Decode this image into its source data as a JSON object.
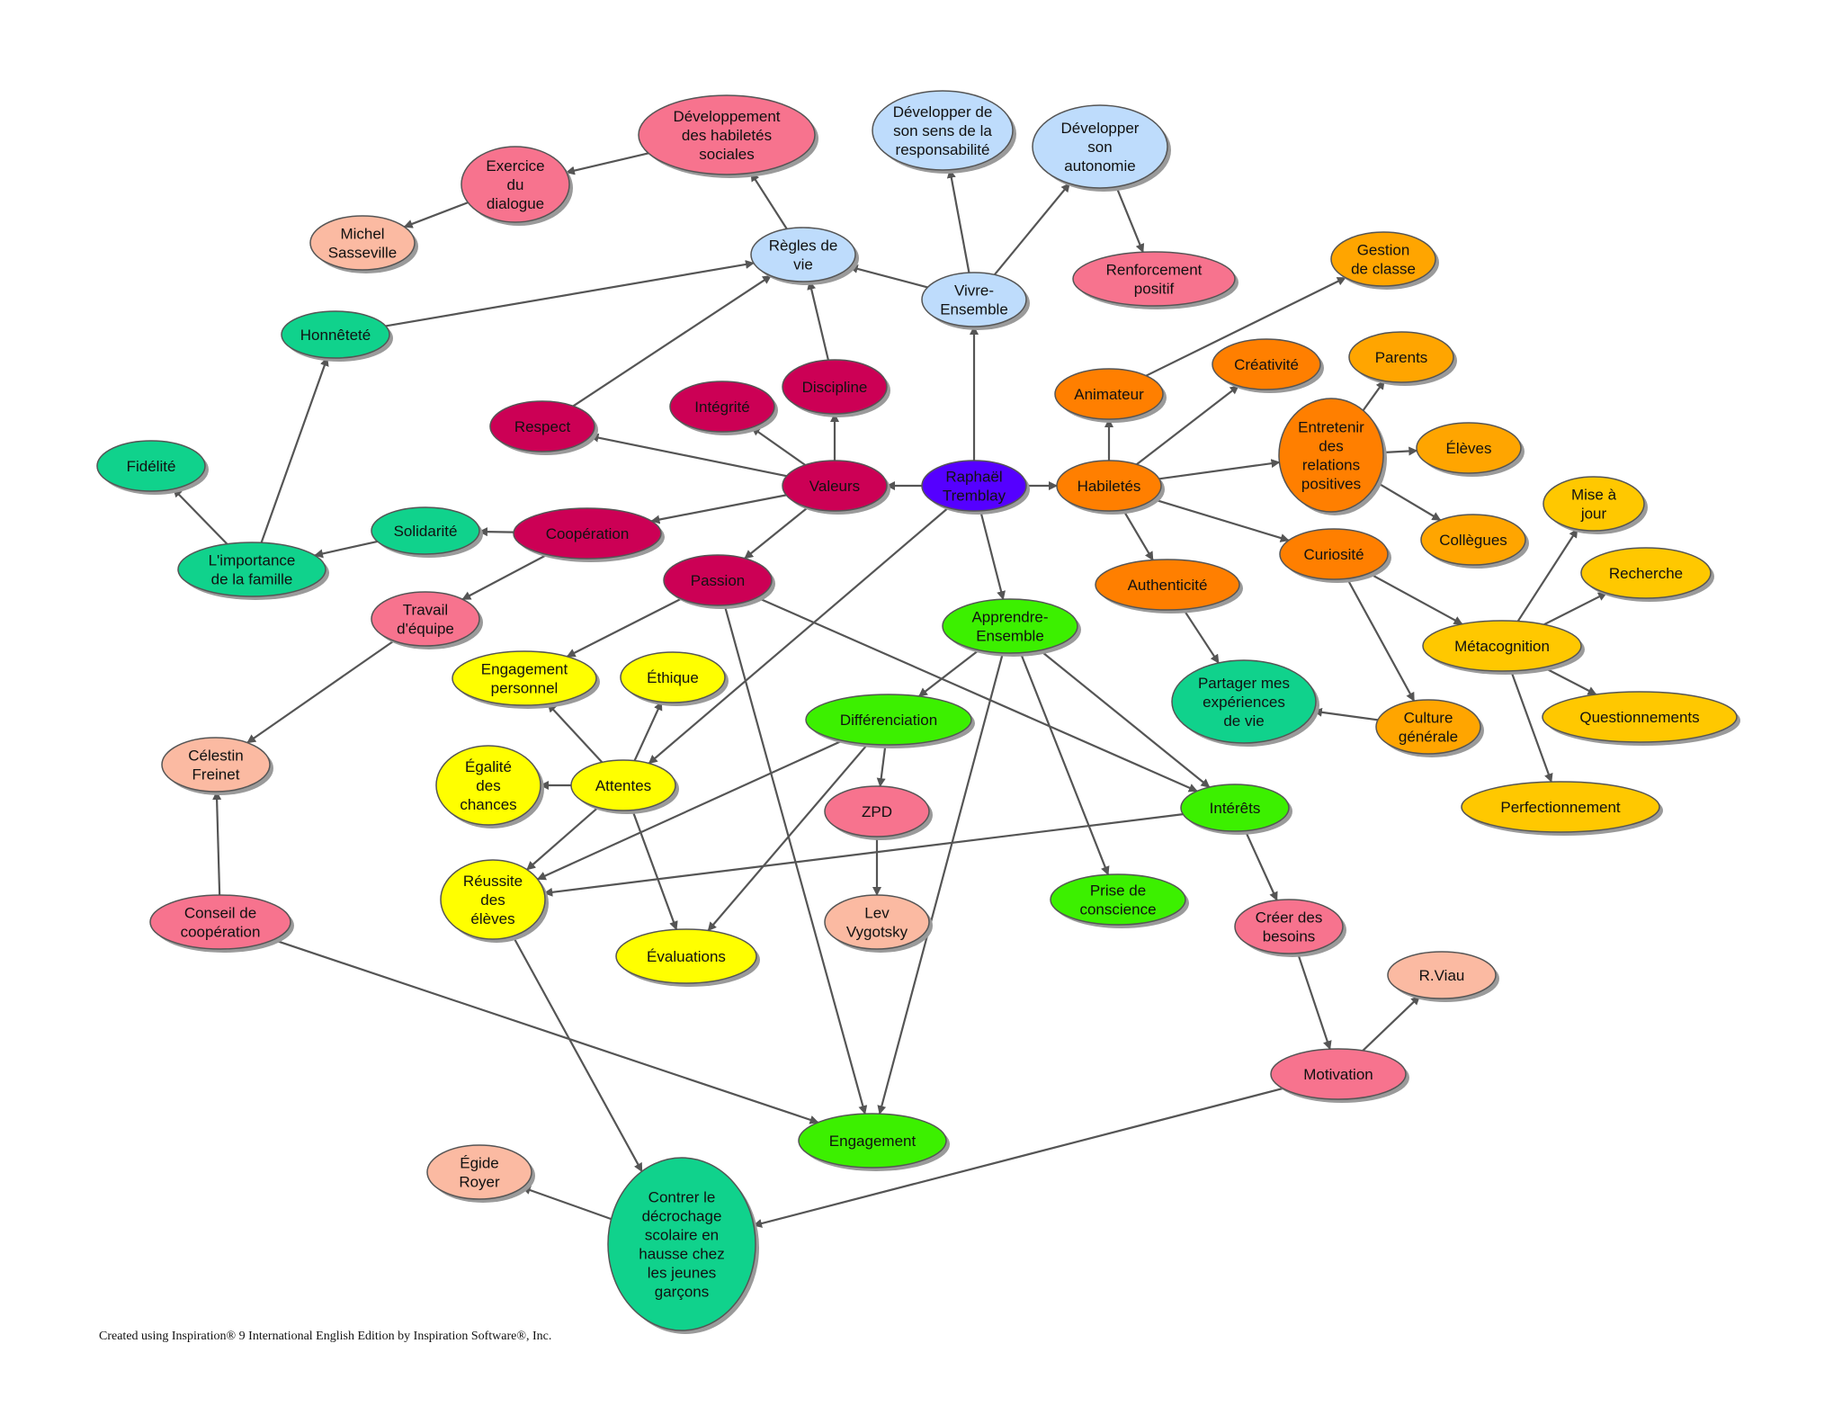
{
  "colors": {
    "crimson": "#cc0055",
    "pink": "#f7738e",
    "peach": "#fbbaa2",
    "lightblue": "#bedcfc",
    "teal": "#10d28c",
    "green": "#3cf000",
    "yellow": "#ffff00",
    "orange": "#ff7f00",
    "amber": "#ffa500",
    "gold": "#ffc800",
    "violet": "#5500ff",
    "edge": "#555555"
  },
  "nodes": [
    {
      "id": "center",
      "color": "violet",
      "lines": [
        "Raphaël",
        "Tremblay"
      ]
    },
    {
      "id": "regles",
      "color": "lightblue",
      "lines": [
        "Règles de",
        "vie"
      ]
    },
    {
      "id": "vivre",
      "color": "lightblue",
      "lines": [
        "Vivre-",
        "Ensemble"
      ]
    },
    {
      "id": "devresp",
      "color": "lightblue",
      "lines": [
        "Développer de",
        "son sens de la",
        "responsabilité"
      ]
    },
    {
      "id": "devauto",
      "color": "lightblue",
      "lines": [
        "Développer",
        "son",
        "autonomie"
      ]
    },
    {
      "id": "renfo",
      "color": "pink",
      "lines": [
        "Renforcement",
        "positif"
      ]
    },
    {
      "id": "devhab",
      "color": "pink",
      "lines": [
        "Développement",
        "des habiletés",
        "sociales"
      ]
    },
    {
      "id": "exercice",
      "color": "pink",
      "lines": [
        "Exercice",
        "du",
        "dialogue"
      ]
    },
    {
      "id": "michel",
      "color": "peach",
      "lines": [
        "Michel",
        "Sasseville"
      ]
    },
    {
      "id": "honnetete",
      "color": "teal",
      "lines": [
        "Honnêteté"
      ]
    },
    {
      "id": "fidelite",
      "color": "teal",
      "lines": [
        "Fidélité"
      ]
    },
    {
      "id": "famille",
      "color": "teal",
      "lines": [
        "L'importance",
        "de la famille"
      ]
    },
    {
      "id": "solidarite",
      "color": "teal",
      "lines": [
        "Solidarité"
      ]
    },
    {
      "id": "respect",
      "color": "crimson",
      "lines": [
        "Respect"
      ]
    },
    {
      "id": "integrite",
      "color": "crimson",
      "lines": [
        "Intégrité"
      ]
    },
    {
      "id": "discipline",
      "color": "crimson",
      "lines": [
        "Discipline"
      ]
    },
    {
      "id": "valeurs",
      "color": "crimson",
      "lines": [
        "Valeurs"
      ]
    },
    {
      "id": "cooperation",
      "color": "crimson",
      "lines": [
        "Coopération"
      ]
    },
    {
      "id": "passion",
      "color": "crimson",
      "lines": [
        "Passion"
      ]
    },
    {
      "id": "travail",
      "color": "pink",
      "lines": [
        "Travail",
        "d'équipe"
      ]
    },
    {
      "id": "celestin",
      "color": "peach",
      "lines": [
        "Célestin",
        "Freinet"
      ]
    },
    {
      "id": "conseil",
      "color": "pink",
      "lines": [
        "Conseil de",
        "coopération"
      ]
    },
    {
      "id": "engperso",
      "color": "yellow",
      "lines": [
        "Engagement",
        "personnel"
      ]
    },
    {
      "id": "ethique",
      "color": "yellow",
      "lines": [
        "Éthique"
      ]
    },
    {
      "id": "egalite",
      "color": "yellow",
      "lines": [
        "Égalité",
        "des",
        "chances"
      ]
    },
    {
      "id": "attentes",
      "color": "yellow",
      "lines": [
        "Attentes"
      ]
    },
    {
      "id": "reussite",
      "color": "yellow",
      "lines": [
        "Réussite",
        "des",
        "élèves"
      ]
    },
    {
      "id": "evaluations",
      "color": "yellow",
      "lines": [
        "Évaluations"
      ]
    },
    {
      "id": "differenciation",
      "color": "green",
      "lines": [
        "Différenciation"
      ]
    },
    {
      "id": "zpd",
      "color": "pink",
      "lines": [
        "ZPD"
      ]
    },
    {
      "id": "lev",
      "color": "peach",
      "lines": [
        "Lev",
        "Vygotsky"
      ]
    },
    {
      "id": "apprendre",
      "color": "green",
      "lines": [
        "Apprendre-",
        "Ensemble"
      ]
    },
    {
      "id": "prise",
      "color": "green",
      "lines": [
        "Prise de",
        "conscience"
      ]
    },
    {
      "id": "interets",
      "color": "green",
      "lines": [
        "Intérêts"
      ]
    },
    {
      "id": "creer",
      "color": "pink",
      "lines": [
        "Créer des",
        "besoins"
      ]
    },
    {
      "id": "motivation",
      "color": "pink",
      "lines": [
        "Motivation"
      ]
    },
    {
      "id": "viau",
      "color": "peach",
      "lines": [
        "R.Viau"
      ]
    },
    {
      "id": "engagement",
      "color": "green",
      "lines": [
        "Engagement"
      ]
    },
    {
      "id": "contrer",
      "color": "teal",
      "lines": [
        "Contrer le",
        "décrochage",
        "scolaire en",
        "hausse chez",
        "les jeunes",
        "garçons"
      ]
    },
    {
      "id": "egide",
      "color": "peach",
      "lines": [
        "Égide",
        "Royer"
      ]
    },
    {
      "id": "habiletes",
      "color": "orange",
      "lines": [
        "Habiletés"
      ]
    },
    {
      "id": "animateur",
      "color": "orange",
      "lines": [
        "Animateur"
      ]
    },
    {
      "id": "gestion",
      "color": "amber",
      "lines": [
        "Gestion",
        "de classe"
      ]
    },
    {
      "id": "creativite",
      "color": "orange",
      "lines": [
        "Créativité"
      ]
    },
    {
      "id": "entretenir",
      "color": "orange",
      "lines": [
        "Entretenir",
        "des",
        "relations",
        "positives"
      ]
    },
    {
      "id": "parents",
      "color": "amber",
      "lines": [
        "Parents"
      ]
    },
    {
      "id": "eleves",
      "color": "amber",
      "lines": [
        "Élèves"
      ]
    },
    {
      "id": "collegues",
      "color": "amber",
      "lines": [
        "Collègues"
      ]
    },
    {
      "id": "authenticite",
      "color": "orange",
      "lines": [
        "Authenticité"
      ]
    },
    {
      "id": "partager",
      "color": "teal",
      "lines": [
        "Partager mes",
        "expériences",
        "de vie"
      ]
    },
    {
      "id": "curiosite",
      "color": "orange",
      "lines": [
        "Curiosité"
      ]
    },
    {
      "id": "culture",
      "color": "amber",
      "lines": [
        "Culture",
        "générale"
      ]
    },
    {
      "id": "metacognition",
      "color": "gold",
      "lines": [
        "Métacognition"
      ]
    },
    {
      "id": "misejour",
      "color": "gold",
      "lines": [
        "Mise à",
        "jour"
      ]
    },
    {
      "id": "recherche",
      "color": "gold",
      "lines": [
        "Recherche"
      ]
    },
    {
      "id": "questionnements",
      "color": "gold",
      "lines": [
        "Questionnements"
      ]
    },
    {
      "id": "perfectionnement",
      "color": "gold",
      "lines": [
        "Perfectionnement"
      ]
    }
  ],
  "edges": [
    [
      "center",
      "vivre"
    ],
    [
      "center",
      "valeurs"
    ],
    [
      "center",
      "habiletes"
    ],
    [
      "center",
      "apprendre"
    ],
    [
      "center",
      "attentes"
    ],
    [
      "vivre",
      "regles"
    ],
    [
      "vivre",
      "devresp"
    ],
    [
      "vivre",
      "devauto"
    ],
    [
      "devauto",
      "renfo"
    ],
    [
      "regles",
      "devhab"
    ],
    [
      "devhab",
      "exercice"
    ],
    [
      "exercice",
      "michel"
    ],
    [
      "honnetete",
      "regles"
    ],
    [
      "respect",
      "regles"
    ],
    [
      "discipline",
      "regles"
    ],
    [
      "valeurs",
      "respect"
    ],
    [
      "valeurs",
      "integrite"
    ],
    [
      "valeurs",
      "discipline"
    ],
    [
      "valeurs",
      "cooperation"
    ],
    [
      "valeurs",
      "passion"
    ],
    [
      "cooperation",
      "solidarite"
    ],
    [
      "cooperation",
      "travail"
    ],
    [
      "solidarite",
      "famille"
    ],
    [
      "famille",
      "fidelite"
    ],
    [
      "famille",
      "honnetete"
    ],
    [
      "travail",
      "celestin"
    ],
    [
      "conseil",
      "celestin"
    ],
    [
      "conseil",
      "engagement"
    ],
    [
      "passion",
      "engperso"
    ],
    [
      "passion",
      "engagement"
    ],
    [
      "passion",
      "interets"
    ],
    [
      "attentes",
      "engperso"
    ],
    [
      "attentes",
      "ethique"
    ],
    [
      "attentes",
      "egalite"
    ],
    [
      "attentes",
      "reussite"
    ],
    [
      "attentes",
      "evaluations"
    ],
    [
      "apprendre",
      "differenciation"
    ],
    [
      "apprendre",
      "prise"
    ],
    [
      "apprendre",
      "interets"
    ],
    [
      "apprendre",
      "engagement"
    ],
    [
      "differenciation",
      "zpd"
    ],
    [
      "differenciation",
      "reussite"
    ],
    [
      "differenciation",
      "evaluations"
    ],
    [
      "zpd",
      "lev"
    ],
    [
      "interets",
      "reussite"
    ],
    [
      "interets",
      "creer"
    ],
    [
      "creer",
      "motivation"
    ],
    [
      "motivation",
      "viau"
    ],
    [
      "motivation",
      "contrer"
    ],
    [
      "reussite",
      "contrer"
    ],
    [
      "contrer",
      "egide"
    ],
    [
      "habiletes",
      "animateur"
    ],
    [
      "animateur",
      "gestion"
    ],
    [
      "habiletes",
      "creativite"
    ],
    [
      "habiletes",
      "entretenir"
    ],
    [
      "habiletes",
      "authenticite"
    ],
    [
      "habiletes",
      "curiosite"
    ],
    [
      "entretenir",
      "parents"
    ],
    [
      "entretenir",
      "eleves"
    ],
    [
      "entretenir",
      "collegues"
    ],
    [
      "authenticite",
      "partager"
    ],
    [
      "curiosite",
      "culture"
    ],
    [
      "culture",
      "partager"
    ],
    [
      "curiosite",
      "metacognition"
    ],
    [
      "metacognition",
      "misejour"
    ],
    [
      "metacognition",
      "recherche"
    ],
    [
      "metacognition",
      "questionnements"
    ],
    [
      "metacognition",
      "perfectionnement"
    ]
  ],
  "footer": "Created using Inspiration® 9 International English Edition by Inspiration Software®, Inc."
}
